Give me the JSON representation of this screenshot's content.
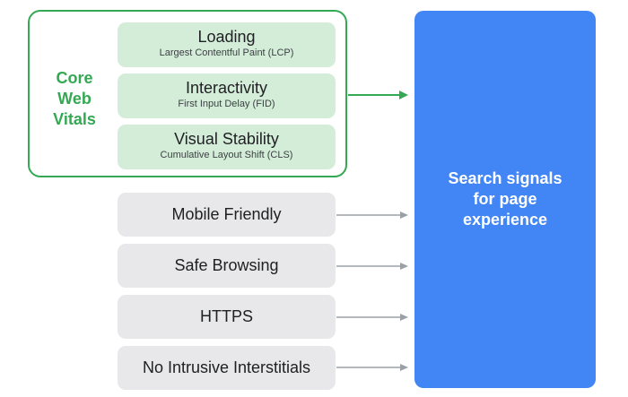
{
  "core_web_vitals": {
    "label_lines": [
      "Core",
      "Web",
      "Vitals"
    ],
    "metrics": [
      {
        "name": "Loading",
        "sub": "Largest Contentful Paint (LCP)"
      },
      {
        "name": "Interactivity",
        "sub": "First Input Delay (FID)"
      },
      {
        "name": "Visual Stability",
        "sub": "Cumulative Layout Shift (CLS)"
      }
    ]
  },
  "other_signals": [
    "Mobile Friendly",
    "Safe Browsing",
    "HTTPS",
    "No Intrusive Interstitials"
  ],
  "target": {
    "label": "Search signals for page experience"
  },
  "colors": {
    "core_web_vitals_accent": "#34a853",
    "metric_fill": "#d4edd9",
    "signal_fill": "#e8e8ea",
    "target_fill": "#4285f4",
    "arrow": "#34a853",
    "arrow_gray": "#9aa0a6"
  }
}
